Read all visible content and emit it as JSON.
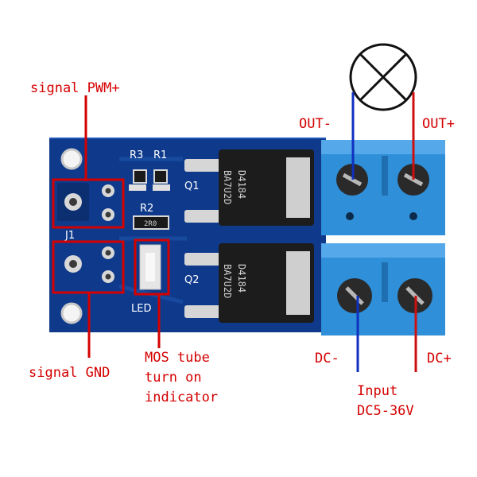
{
  "labels": {
    "signal_pwm": "signal PWM+",
    "signal_gnd": "signal GND",
    "mos_line1": "MOS tube",
    "mos_line2": "turn on",
    "mos_line3": "indicator",
    "out_minus": "OUT-",
    "out_plus": "OUT+",
    "dc_minus": "DC-",
    "dc_plus": "DC+",
    "input_line1": "Input",
    "input_line2": "DC5-36V"
  },
  "silkscreen": {
    "r3": "R3",
    "r1": "R1",
    "r2": "R2",
    "q1": "Q1",
    "q2": "Q2",
    "j1": "J1",
    "led": "LED"
  },
  "components": {
    "mosfet1_line1": "D4184",
    "mosfet1_line2": "BA7U2D",
    "mosfet2_line1": "D4184",
    "mosfet2_line2": "BA7U2D",
    "resistor_r2_code": "2R0"
  },
  "colors": {
    "label_text": "#d40000",
    "annotation_box": "#d40000",
    "wire_positive": "#cc1010",
    "wire_negative": "#1030c0",
    "pcb": "#0f3a8c",
    "terminal": "#2f8fd8"
  }
}
